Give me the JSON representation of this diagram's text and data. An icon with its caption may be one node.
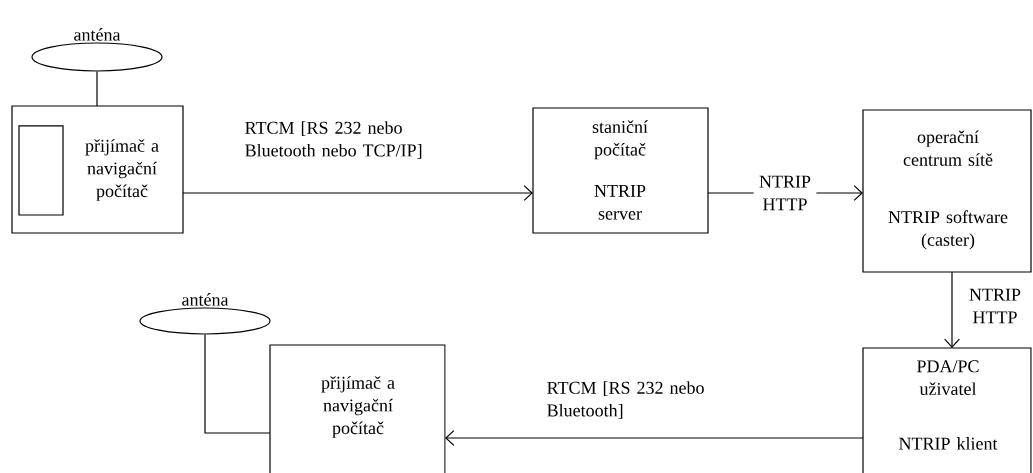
{
  "diagram": {
    "nodes": [
      {
        "text": [
          "anténa"
        ]
      },
      {
        "text": [
          "přijímač a navigační počítač"
        ]
      },
      {
        "text": [],
        "shape": "box",
        "in": 1
      },
      {
        "text": [
          "staniční počítač",
          "NTRIP server"
        ]
      },
      {
        "text": [
          "operační centrum sítě",
          "NTRIP software (caster)"
        ]
      },
      {
        "text": [
          "anténa"
        ]
      },
      {
        "text": [
          "přijímač a navigační počítač"
        ]
      },
      {
        "text": [
          "PDA/PC uživatel",
          "NTRIP klient"
        ]
      }
    ],
    "edges": [
      {
        "from": 0,
        "to": 1,
        "arrow": "none"
      },
      {
        "from": 1,
        "to": 3,
        "arrow": "to",
        "label": "RTCM [RS 232 nebo Bluetooth nebo TCP/IP]"
      },
      {
        "from": 3,
        "to": 4,
        "arrow": "to",
        "label": "NTRIP HTTP"
      },
      {
        "from": 4,
        "to": 7,
        "arrow": "to",
        "label": "NTRIP HTTP"
      },
      {
        "from": 7,
        "to": 6,
        "arrow": "to",
        "label": "RTCM [RS 232 nebo Bluetooth]"
      },
      {
        "from": 5,
        "to": 6,
        "arrow": "none"
      }
    ]
  }
}
